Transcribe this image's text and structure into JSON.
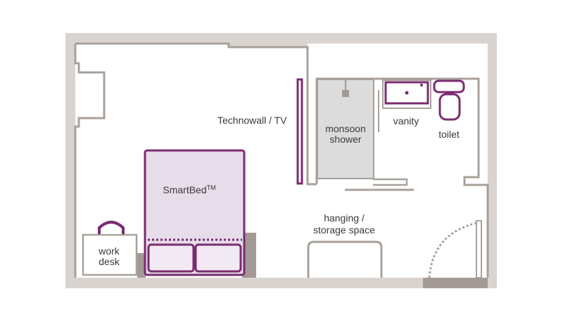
{
  "labels": {
    "technowall": "Technowall / TV",
    "shower_line1": "monsoon",
    "shower_line2": "shower",
    "vanity": "vanity",
    "toilet": "toilet",
    "bed": "SmartBed",
    "bed_mark": "TM",
    "storage_line1": "hanging /",
    "storage_line2": "storage space",
    "desk_line1": "work",
    "desk_line2": "desk"
  },
  "colors": {
    "outer_wall": "#d9d4cf",
    "wall_line": "#a8a19b",
    "purple": "#7a2c6e",
    "bed_fill": "#e6dcea",
    "shower_fill": "#dcdcdc",
    "wall_segment": "#a39a95"
  }
}
